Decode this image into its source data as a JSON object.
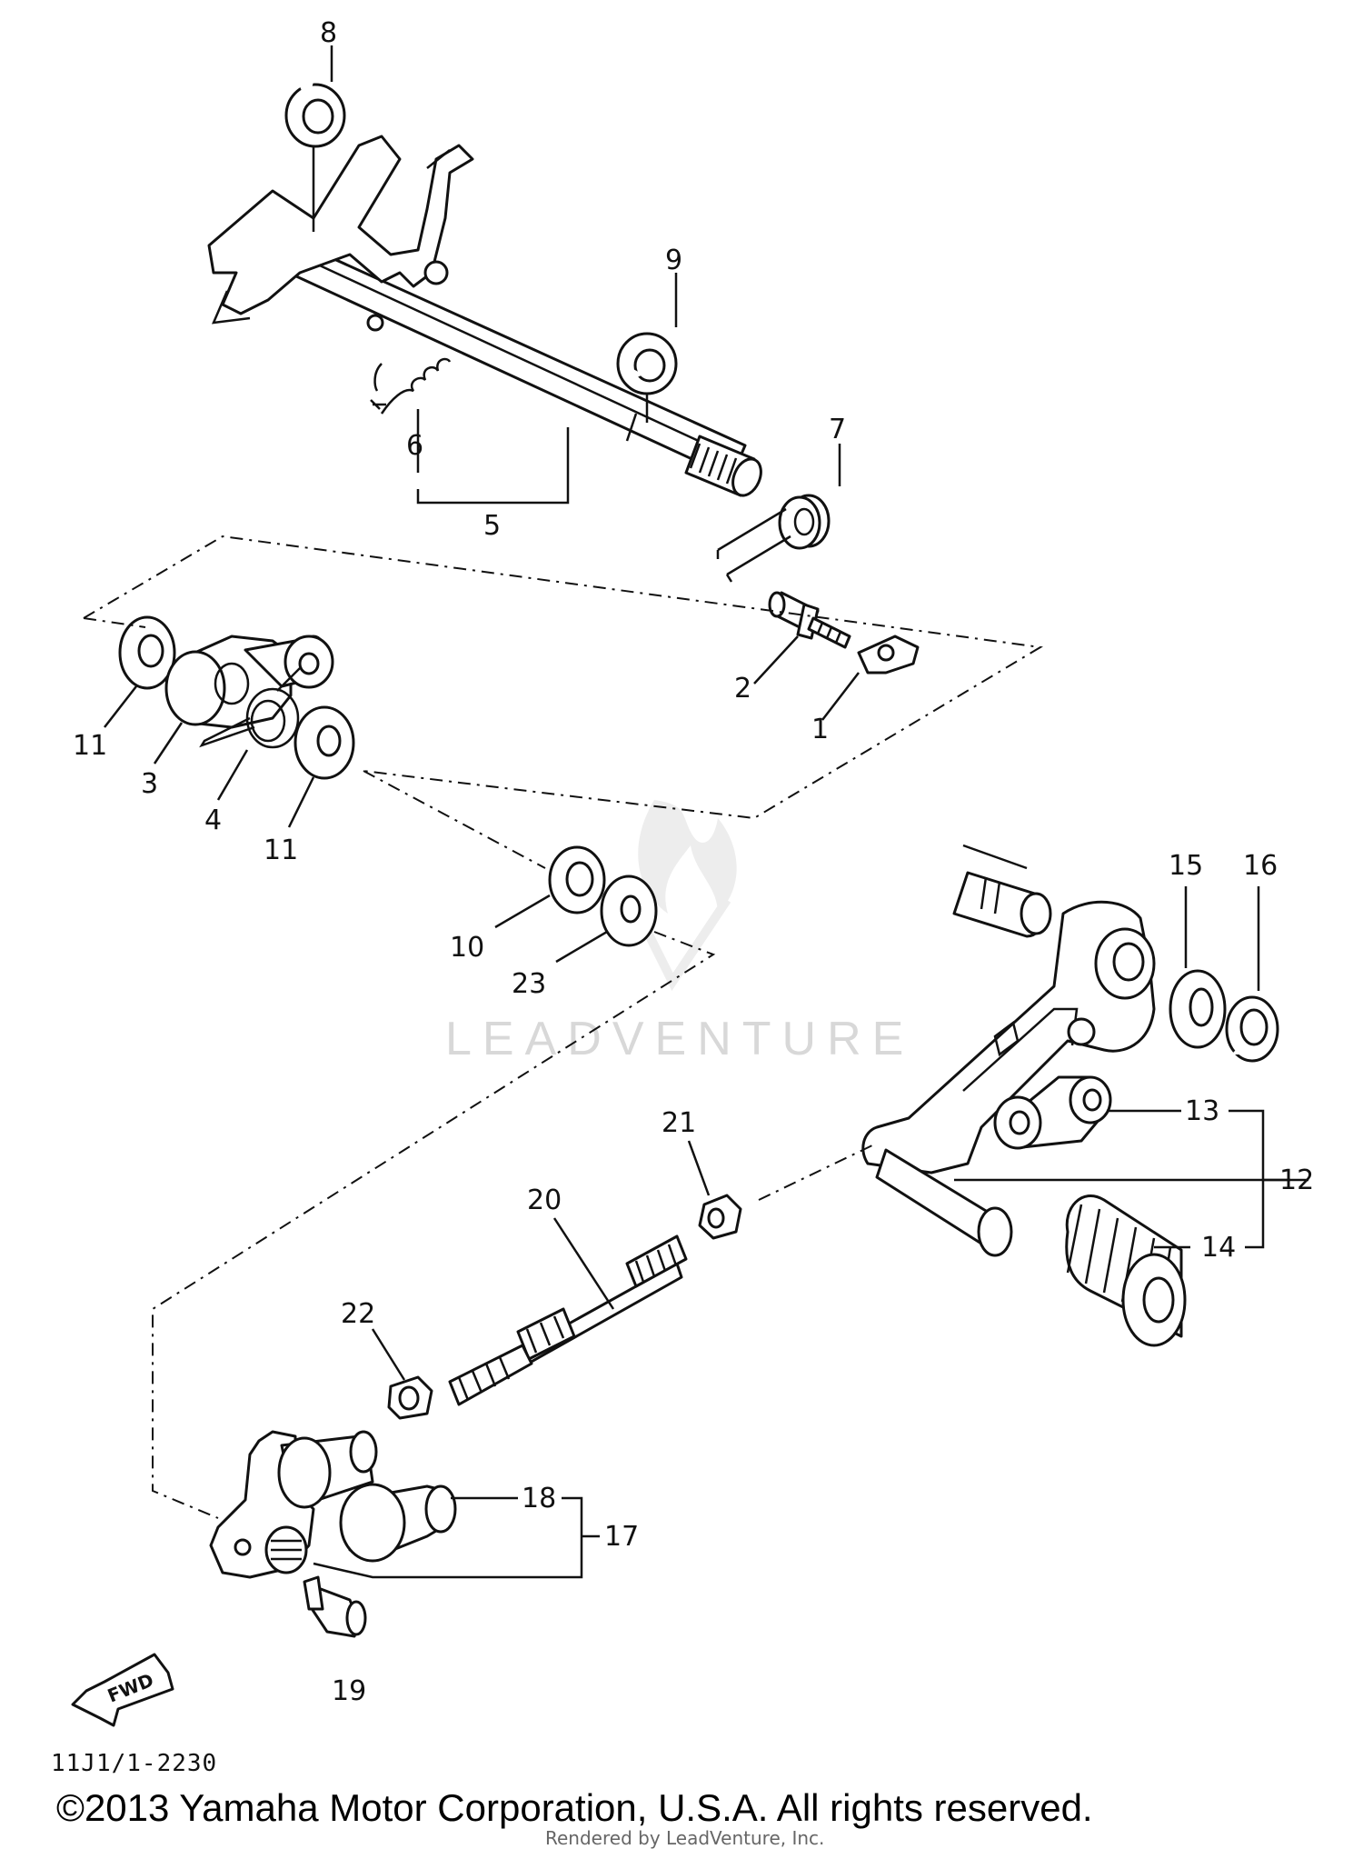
{
  "callouts": [
    "1",
    "2",
    "3",
    "4",
    "5",
    "6",
    "7",
    "8",
    "9",
    "10",
    "11",
    "11",
    "12",
    "13",
    "14",
    "15",
    "16",
    "17",
    "18",
    "19",
    "20",
    "21",
    "22",
    "23"
  ],
  "fwd_label": "FWD",
  "diagram_code": "11J1/1-2230",
  "watermark": "LEADVENTURE",
  "copyright": "©2013 Yamaha Motor Corporation, U.S.A. All rights reserved.",
  "rendered_by": "Rendered by LeadVenture, Inc."
}
